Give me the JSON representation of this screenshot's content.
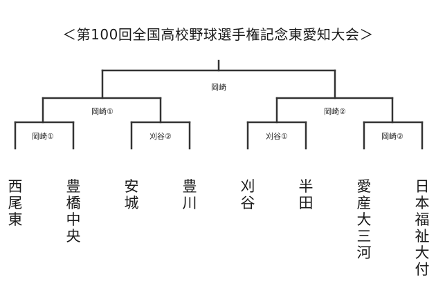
{
  "title": "＜第100回全国高校野球選手権記念東愛知大会＞",
  "line_color": "#333333",
  "final_winner": "岡崎",
  "semifinal_winners": [
    "岡崎①",
    "岡崎②"
  ],
  "first_round_winners": [
    "岡崎①",
    "刈谷②",
    "刈谷①",
    "岡崎②"
  ],
  "teams": [
    "西尾東",
    "豊橋中央",
    "安城",
    "豊川",
    "刈谷",
    "半田",
    "愛産大三河",
    "日本福祉大付"
  ]
}
